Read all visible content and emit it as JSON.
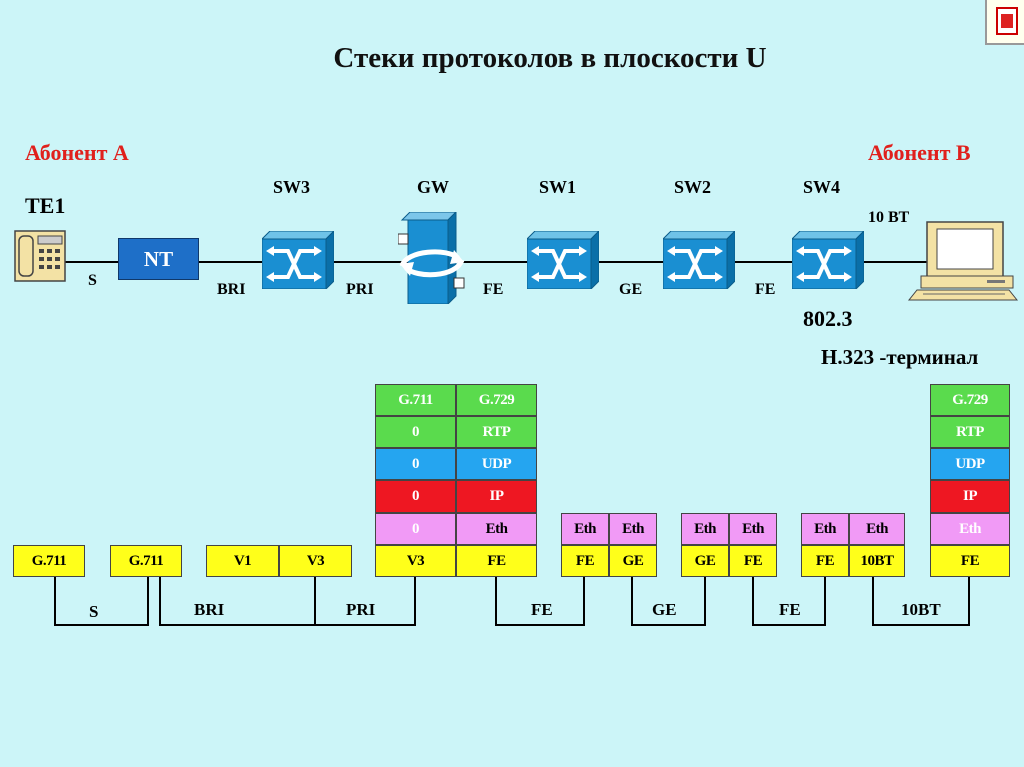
{
  "title": "Стеки протоколов в плоскости U",
  "subscriber_a": "Абонент А",
  "subscriber_b": "Абонент В",
  "te1": "TE1",
  "nt": "NT",
  "nodes": {
    "sw3": "SW3",
    "gw": "GW",
    "sw1": "SW1",
    "sw2": "SW2",
    "sw4": "SW4"
  },
  "links": {
    "s": "S",
    "bri": "BRI",
    "pri": "PRI",
    "fe1": "FE",
    "ge": "GE",
    "fe2": "FE",
    "bt": "10 ВТ"
  },
  "std": "802.3",
  "terminal": "H.323 -терминал",
  "stacks": {
    "te1": [
      "G.711"
    ],
    "nt": [
      "G.711"
    ],
    "sw3": [
      "V1",
      "V3"
    ],
    "gw_left": [
      "G.711",
      "0",
      "0",
      "0",
      "0",
      "V3"
    ],
    "gw_right": [
      "G.729",
      "RTP",
      "UDP",
      "IP",
      "Eth",
      "FE"
    ],
    "sw1": [
      [
        "Eth",
        "Eth"
      ],
      [
        "FE",
        "GE"
      ]
    ],
    "sw2": [
      [
        "Eth",
        "Eth"
      ],
      [
        "GE",
        "FE"
      ]
    ],
    "sw4": [
      [
        "Eth",
        "Eth"
      ],
      [
        "FE",
        "10BT"
      ]
    ],
    "term": [
      "G.729",
      "RTP",
      "UDP",
      "IP",
      "Eth",
      "FE"
    ]
  },
  "bottom_links": [
    "S",
    "BRI",
    "PRI",
    "FE",
    "GE",
    "FE",
    "10BT"
  ],
  "icons": [
    "phone-icon",
    "switch-icon",
    "gateway-icon",
    "computer-icon",
    "document-icon"
  ]
}
